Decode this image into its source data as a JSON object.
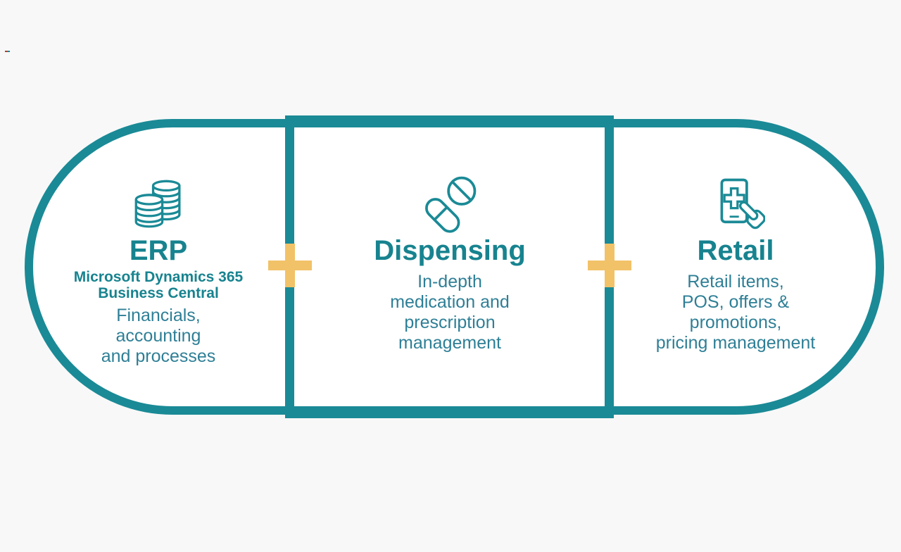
{
  "colors": {
    "bg": "#f8f8f8",
    "teal": "#1a8a96",
    "heading": "#17838f",
    "body": "#2e7f96",
    "plus": "#f2c268",
    "white": "#ffffff"
  },
  "connectors": [
    {
      "symbol": "plus"
    },
    {
      "symbol": "plus"
    }
  ],
  "sections": [
    {
      "icon": "coins-icon",
      "title": "ERP",
      "subtitle": "Microsoft Dynamics 365\nBusiness Central",
      "description": "Financials,\naccounting\nand processes"
    },
    {
      "icon": "pills-icon",
      "title": "Dispensing",
      "subtitle": "",
      "description": "In-depth\nmedication and\nprescription\nmanagement"
    },
    {
      "icon": "phone-tap-icon",
      "title": "Retail",
      "subtitle": "",
      "description": "Retail items,\nPOS, offers &\npromotions,\npricing management"
    }
  ]
}
